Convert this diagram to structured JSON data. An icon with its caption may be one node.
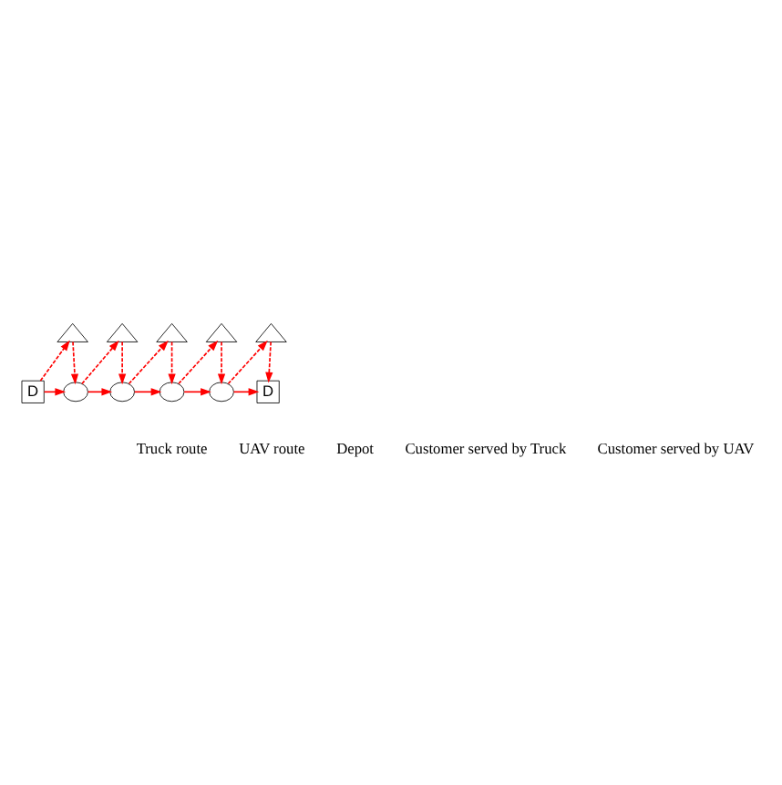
{
  "diagram": {
    "nodes": [
      {
        "text": [],
        "shape": "triangle"
      },
      {
        "text": [],
        "shape": "triangle"
      },
      {
        "text": [],
        "shape": "triangle"
      },
      {
        "text": [],
        "shape": "triangle"
      },
      {
        "text": [],
        "shape": "triangle"
      },
      {
        "text": [
          "D"
        ]
      },
      {
        "text": [],
        "shape": "circle"
      },
      {
        "text": [],
        "shape": "circle"
      },
      {
        "text": [],
        "shape": "circle"
      },
      {
        "text": [],
        "shape": "circle"
      },
      {
        "text": [
          "D"
        ]
      }
    ],
    "edges": [
      {
        "from": 5,
        "to": 6,
        "arrow": "to",
        "color": "#ff0000"
      },
      {
        "from": 6,
        "to": 7,
        "arrow": "to",
        "color": "#ff0000"
      },
      {
        "from": 7,
        "to": 8,
        "arrow": "to",
        "color": "#ff0000"
      },
      {
        "from": 8,
        "to": 9,
        "arrow": "to",
        "color": "#ff0000"
      },
      {
        "from": 9,
        "to": 10,
        "arrow": "to",
        "color": "#ff0000"
      },
      {
        "from": 5,
        "to": 0,
        "arrow": "to",
        "style": "dashed",
        "color": "#ff0000"
      },
      {
        "from": 0,
        "to": 6,
        "arrow": "to",
        "style": "dashed",
        "color": "#ff0000"
      },
      {
        "from": 6,
        "to": 1,
        "arrow": "to",
        "style": "dashed",
        "color": "#ff0000"
      },
      {
        "from": 1,
        "to": 7,
        "arrow": "to",
        "style": "dashed",
        "color": "#ff0000"
      },
      {
        "from": 7,
        "to": 2,
        "arrow": "to",
        "style": "dashed",
        "color": "#ff0000"
      },
      {
        "from": 2,
        "to": 8,
        "arrow": "to",
        "style": "dashed",
        "color": "#ff0000"
      },
      {
        "from": 8,
        "to": 3,
        "arrow": "to",
        "style": "dashed",
        "color": "#ff0000"
      },
      {
        "from": 3,
        "to": 9,
        "arrow": "to",
        "style": "dashed",
        "color": "#ff0000"
      },
      {
        "from": 9,
        "to": 4,
        "arrow": "to",
        "style": "dashed",
        "color": "#ff0000"
      },
      {
        "from": 4,
        "to": 10,
        "arrow": "to",
        "style": "dashed",
        "color": "#ff0000"
      }
    ],
    "legend": [
      {
        "text": "Truck route"
      },
      {
        "text": "UAV route"
      },
      {
        "text": "Depot"
      },
      {
        "text": "Customer served by Truck"
      },
      {
        "text": "Customer served by UAV"
      }
    ]
  }
}
